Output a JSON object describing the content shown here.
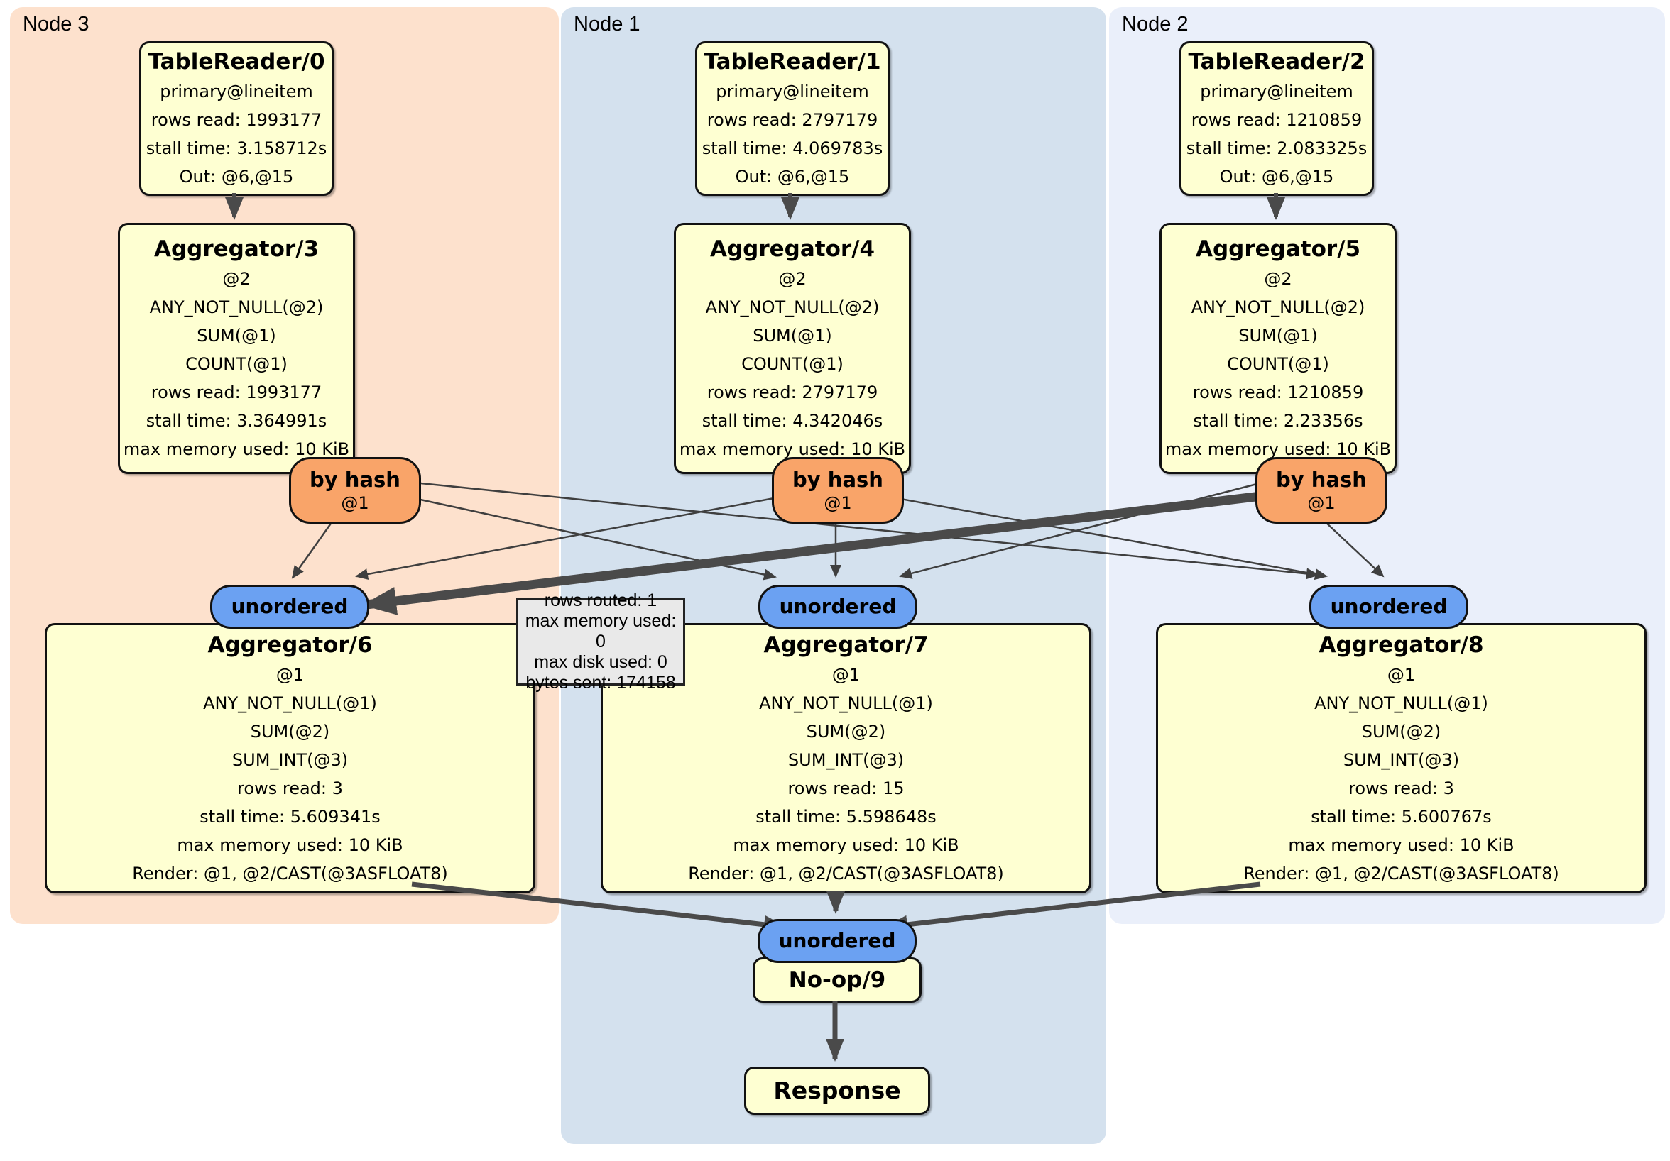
{
  "panels": {
    "node3": {
      "label": "Node 3"
    },
    "node1": {
      "label": "Node 1"
    },
    "node2": {
      "label": "Node 2"
    }
  },
  "processors": {
    "tr0": {
      "title": "TableReader/0",
      "lines": [
        "primary@lineitem",
        "rows read: 1993177",
        "stall time: 3.158712s",
        "Out: @6,@15"
      ]
    },
    "tr1": {
      "title": "TableReader/1",
      "lines": [
        "primary@lineitem",
        "rows read: 2797179",
        "stall time: 4.069783s",
        "Out: @6,@15"
      ]
    },
    "tr2": {
      "title": "TableReader/2",
      "lines": [
        "primary@lineitem",
        "rows read: 1210859",
        "stall time: 2.083325s",
        "Out: @6,@15"
      ]
    },
    "agg3": {
      "title": "Aggregator/3",
      "lines": [
        "@2",
        "ANY_NOT_NULL(@2)",
        "SUM(@1)",
        "COUNT(@1)",
        "rows read: 1993177",
        "stall time: 3.364991s",
        "max memory used: 10 KiB"
      ]
    },
    "agg4": {
      "title": "Aggregator/4",
      "lines": [
        "@2",
        "ANY_NOT_NULL(@2)",
        "SUM(@1)",
        "COUNT(@1)",
        "rows read: 2797179",
        "stall time: 4.342046s",
        "max memory used: 10 KiB"
      ]
    },
    "agg5": {
      "title": "Aggregator/5",
      "lines": [
        "@2",
        "ANY_NOT_NULL(@2)",
        "SUM(@1)",
        "COUNT(@1)",
        "rows read: 1210859",
        "stall time: 2.23356s",
        "max memory used: 10 KiB"
      ]
    },
    "agg6": {
      "title": "Aggregator/6",
      "lines": [
        "@1",
        "ANY_NOT_NULL(@1)",
        "SUM(@2)",
        "SUM_INT(@3)",
        "rows read: 3",
        "stall time: 5.609341s",
        "max memory used: 10 KiB",
        "Render: @1, @2/CAST(@3ASFLOAT8)"
      ]
    },
    "agg7": {
      "title": "Aggregator/7",
      "lines": [
        "@1",
        "ANY_NOT_NULL(@1)",
        "SUM(@2)",
        "SUM_INT(@3)",
        "rows read: 15",
        "stall time: 5.598648s",
        "max memory used: 10 KiB",
        "Render: @1, @2/CAST(@3ASFLOAT8)"
      ]
    },
    "agg8": {
      "title": "Aggregator/8",
      "lines": [
        "@1",
        "ANY_NOT_NULL(@1)",
        "SUM(@2)",
        "SUM_INT(@3)",
        "rows read: 3",
        "stall time: 5.600767s",
        "max memory used: 10 KiB",
        "Render: @1, @2/CAST(@3ASFLOAT8)"
      ]
    },
    "noop": {
      "title": "No-op/9"
    },
    "response": {
      "title": "Response"
    }
  },
  "routers": {
    "by_hash_label": "by hash",
    "by_hash_key": "@1",
    "unordered_label": "unordered"
  },
  "tooltip": {
    "lines": [
      "rows routed: 1",
      "max memory used: 0",
      "max disk used: 0",
      "bytes sent: 174158"
    ]
  },
  "colors": {
    "panel_node3": "#fde1cd",
    "panel_node1": "#d4e1ee",
    "panel_node2": "#eaeffa",
    "processor_box": "#feffd2",
    "hash_router": "#f9a469",
    "sync_pill": "#6ba1f2",
    "tooltip_bg": "#e9e9e9",
    "edge": "#3f3f3f"
  }
}
